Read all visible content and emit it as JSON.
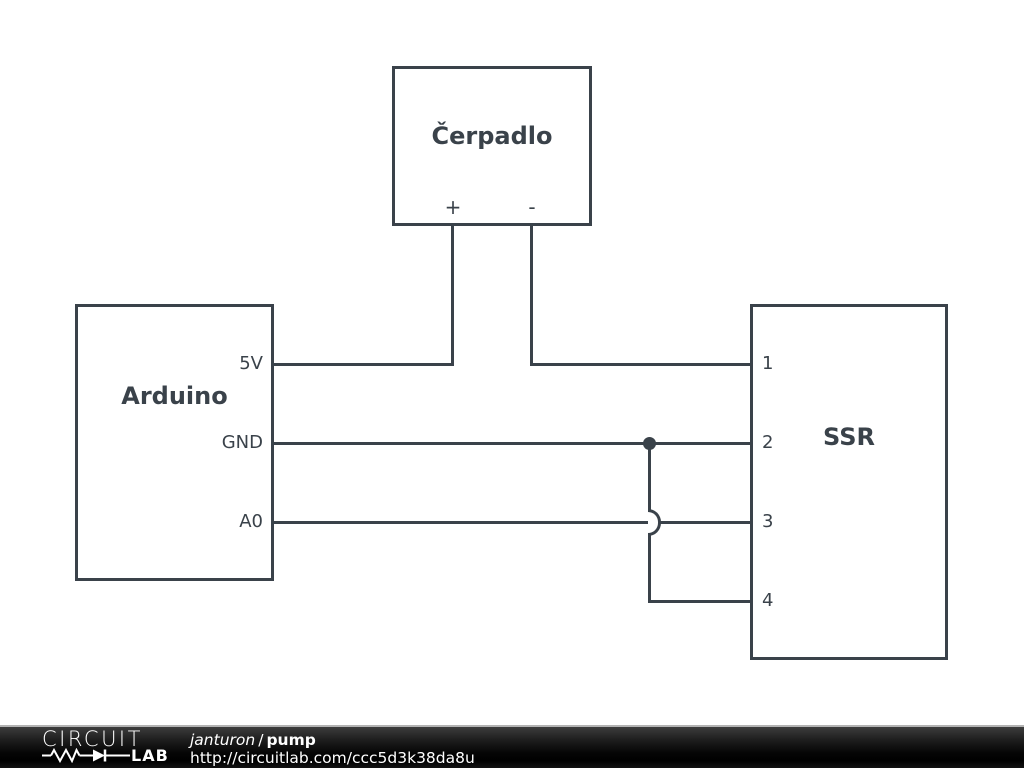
{
  "colors": {
    "wire": "#3a424a",
    "background": "#ffffff",
    "footer_text": "#ffffff"
  },
  "schematic": {
    "components": [
      {
        "id": "pump",
        "label": "Čerpadlo",
        "pins": [
          "+",
          "-"
        ]
      },
      {
        "id": "arduino",
        "label": "Arduino",
        "pins": [
          "5V",
          "GND",
          "A0"
        ]
      },
      {
        "id": "ssr",
        "label": "SSR",
        "pins": [
          "1",
          "2",
          "3",
          "4"
        ]
      }
    ]
  },
  "footer": {
    "logo": {
      "line1": "CIRCUIT",
      "line2": "LAB"
    },
    "author": "janturon",
    "separator": "/",
    "project": "pump",
    "url": "http://circuitlab.com/ccc5d3k38da8u"
  }
}
